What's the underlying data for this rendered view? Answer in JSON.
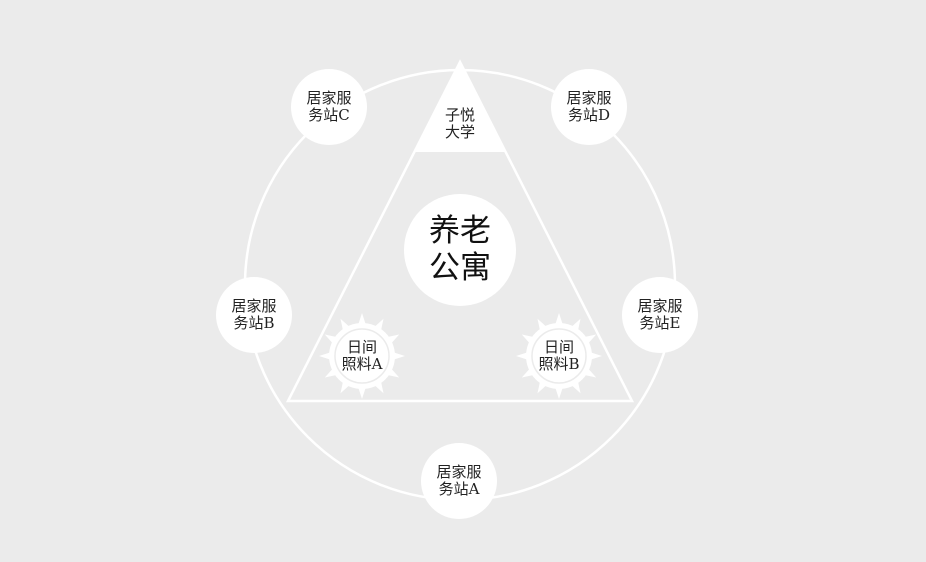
{
  "center": {
    "line1": "养老",
    "line2": "公寓"
  },
  "university": {
    "line1": "子悦",
    "line2": "大学"
  },
  "day_care": [
    {
      "id": "A",
      "line1": "日间",
      "line2": "照料A"
    },
    {
      "id": "B",
      "line1": "日间",
      "line2": "照料B"
    }
  ],
  "service_stations": [
    {
      "id": "A",
      "line1": "居家服",
      "line2": "务站A"
    },
    {
      "id": "B",
      "line1": "居家服",
      "line2": "务站B"
    },
    {
      "id": "C",
      "line1": "居家服",
      "line2": "务站C"
    },
    {
      "id": "D",
      "line1": "居家服",
      "line2": "务站D"
    },
    {
      "id": "E",
      "line1": "居家服",
      "line2": "务站E"
    }
  ],
  "colors": {
    "background": "#ebebeb",
    "shapes": "#ffffff",
    "text": "#222222"
  }
}
